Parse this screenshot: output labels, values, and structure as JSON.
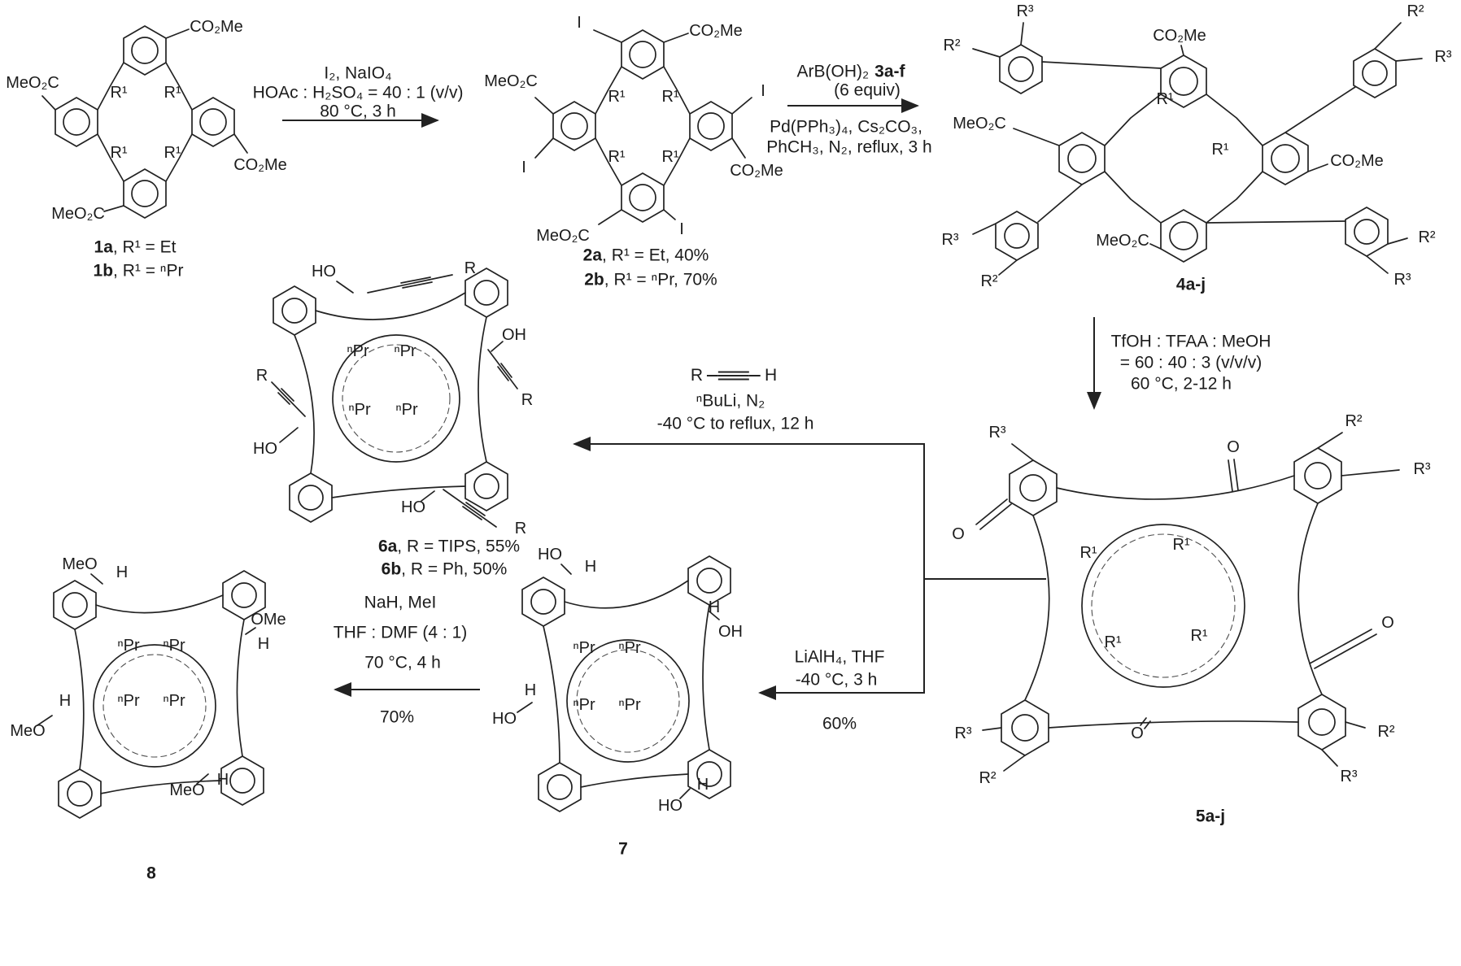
{
  "page": {
    "background": "#ffffff",
    "ink": "#1c1c1c"
  },
  "compounds": {
    "c1": {
      "labels": {
        "ester_top": "CO₂Me",
        "ester_left": "MeO₂C",
        "ester_right": "CO₂Me",
        "ester_bottom": "MeO₂C",
        "r1_a": "R¹",
        "r1_b": "R¹",
        "r1_c": "R¹",
        "r1_d": "R¹"
      },
      "caption": [
        {
          "num": "1a",
          "rest": ", R¹ = Et"
        },
        {
          "num": "1b",
          "rest": ", R¹ = ⁿPr"
        }
      ]
    },
    "c2": {
      "labels": {
        "iodo_top": "I",
        "iodo_right": "I",
        "iodo_left": "I",
        "iodo_bottom": "I",
        "ester_top": "CO₂Me",
        "ester_left": "MeO₂C",
        "ester_right": "CO₂Me",
        "ester_bottom": "MeO₂C",
        "r1_a": "R¹",
        "r1_b": "R¹",
        "r1_c": "R¹",
        "r1_d": "R¹"
      },
      "caption": [
        {
          "num": "2a",
          "rest": ", R¹ = Et, 40%"
        },
        {
          "num": "2b",
          "rest": ", R¹ = ⁿPr, 70%"
        }
      ]
    },
    "c4": {
      "labels": {
        "r3_tl": "R³",
        "r2_tl": "R²",
        "r2_tr": "R²",
        "r3_tr": "R³",
        "ester_top": "CO₂Me",
        "ester_left": "MeO₂C",
        "ester_right": "CO₂Me",
        "ester_bottom": "MeO₂C",
        "r1_a": "R¹",
        "r1_b": "R¹",
        "r3_bl": "R³",
        "r2_bl": "R²",
        "r2_br": "R²",
        "r3_br": "R³"
      },
      "caption": [
        {
          "num": "4a-j",
          "rest": ""
        }
      ]
    },
    "c5": {
      "labels": {
        "r3_tl": "R³",
        "r2_tr": "R²",
        "r3_tr": "R³",
        "o_top": "O",
        "o_left": "O",
        "o_right": "O",
        "o_bottom": "O",
        "r1_a": "R¹",
        "r1_b": "R¹",
        "r1_c": "R¹",
        "r1_d": "R¹",
        "r3_bl": "R³",
        "r2_bl": "R²",
        "r2_br": "R²",
        "r3_br": "R³"
      },
      "caption": [
        {
          "num": "5a-j",
          "rest": ""
        }
      ]
    },
    "c6": {
      "labels": {
        "ho_top": "HO",
        "r_top": "R",
        "oh_right": "OH",
        "r_right": "R",
        "r_left": "R",
        "ho_left": "HO",
        "ho_bottom": "HO",
        "r_bottom": "R",
        "npr_a": "ⁿPr",
        "npr_b": "ⁿPr",
        "npr_c": "ⁿPr",
        "npr_d": "ⁿPr"
      },
      "caption": [
        {
          "num": "6a",
          "rest": ", R = TIPS, 55%"
        },
        {
          "num": "6b",
          "rest": ", R = Ph, 50%"
        }
      ]
    },
    "c7": {
      "labels": {
        "ho_top": "HO",
        "h_top": "H",
        "oh_right": "OH",
        "h_right": "H",
        "ho_left": "HO",
        "h_left": "H",
        "ho_bottom": "HO",
        "h_bottom": "H",
        "npr_a": "ⁿPr",
        "npr_b": "ⁿPr",
        "npr_c": "ⁿPr",
        "npr_d": "ⁿPr"
      },
      "caption": [
        {
          "num": "7",
          "rest": ""
        }
      ]
    },
    "c8": {
      "labels": {
        "meo_top": "MeO",
        "h_top": "H",
        "ome_right": "OMe",
        "h_right": "H",
        "meo_left": "MeO",
        "h_left": "H",
        "meo_bottom": "MeO",
        "h_bottom": "H",
        "npr_a": "ⁿPr",
        "npr_b": "ⁿPr",
        "npr_c": "ⁿPr",
        "npr_d": "ⁿPr"
      },
      "caption": [
        {
          "num": "8",
          "rest": ""
        }
      ]
    }
  },
  "arrows": {
    "a_1_2": {
      "above": [
        "I₂, NaIO₄",
        "HOAc : H₂SO₄ = 40 : 1 (v/v)",
        "80 °C, 3 h"
      ]
    },
    "a_2_4": {
      "reagent": "ArB(OH)₂",
      "reagent_bold": "3a-f",
      "equiv": "(6 equiv)",
      "below": [
        "Pd(PPh₃)₄, Cs₂CO₃,",
        "PhCH₃, N₂, reflux, 3 h"
      ]
    },
    "a_4_5": {
      "right": [
        "TfOH : TFAA : MeOH",
        "= 60 : 40 : 3 (v/v/v)",
        "60 °C, 2-12 h"
      ]
    },
    "a_5_6": {
      "alkyne_left": "R",
      "alkyne_right": "H",
      "above": [
        "ⁿBuLi, N₂",
        "-40 °C to reflux, 12 h"
      ]
    },
    "a_5_7": {
      "above": [
        "LiAlH₄, THF",
        "-40 °C, 3 h"
      ],
      "below": [
        "60%"
      ]
    },
    "a_7_8": {
      "above": [
        "NaH, MeI",
        "THF : DMF (4 : 1)",
        "70 °C, 4 h"
      ],
      "below": [
        "70%"
      ]
    }
  }
}
